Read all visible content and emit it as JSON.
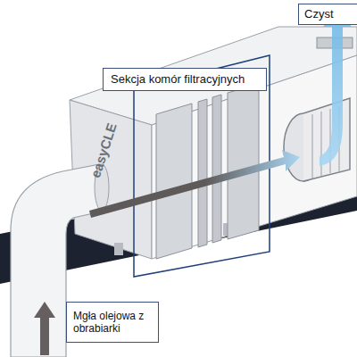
{
  "diagram": {
    "nodes": [
      {
        "text": [
          "Czyst"
        ]
      },
      {
        "text": [
          "Sekcja komór filtracyjnych"
        ]
      },
      {
        "text": [
          "Mgła olejowa z obrabiarki"
        ]
      }
    ],
    "labels": [
      "easyCLE"
    ]
  }
}
